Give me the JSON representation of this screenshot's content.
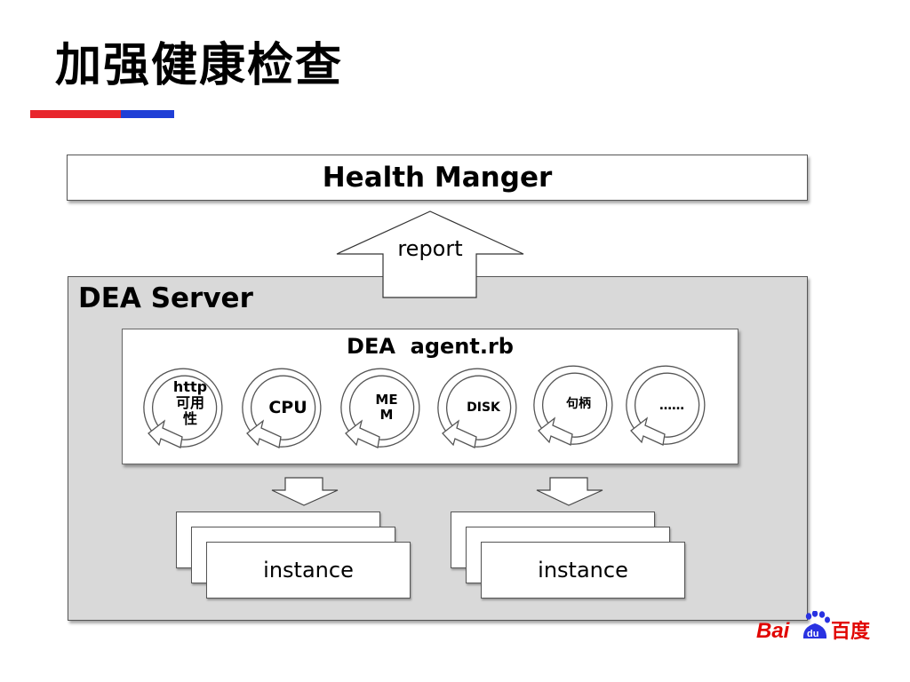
{
  "slide": {
    "title": "加强健康检查",
    "accent_colors": {
      "red": "#e8252c",
      "blue": "#1f3fd6"
    }
  },
  "diagram": {
    "health_manager": "Health Manger",
    "report_arrow": "report",
    "dea_server": "DEA Server",
    "agent": "DEA  agent.rb",
    "checks": [
      {
        "lines": [
          "http",
          "可用",
          "性"
        ]
      },
      {
        "lines": [
          "CPU"
        ]
      },
      {
        "lines": [
          "ME",
          "M"
        ]
      },
      {
        "lines": [
          "DISK"
        ]
      },
      {
        "lines": [
          "句柄"
        ]
      },
      {
        "lines": [
          "……"
        ]
      }
    ],
    "instances": [
      "instance",
      "instance"
    ]
  },
  "logo": {
    "text_latin": "Bai",
    "text_cn": "百度",
    "badge": "du",
    "colors": {
      "red": "#e10602",
      "blue": "#2932e1"
    }
  }
}
